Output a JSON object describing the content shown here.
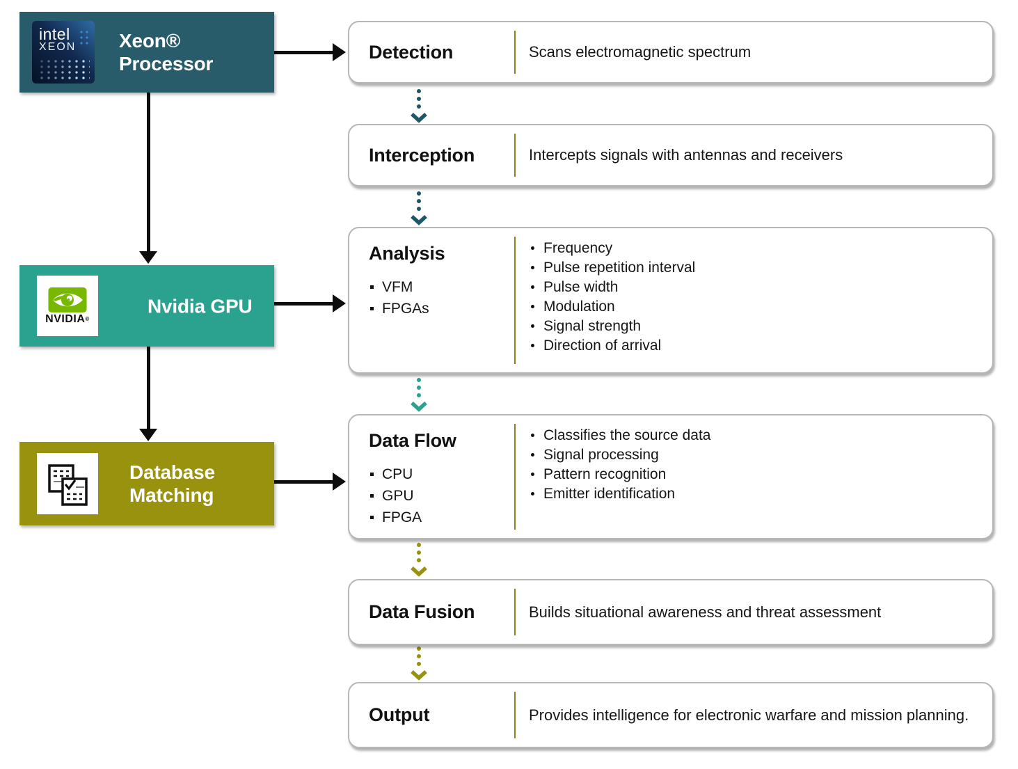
{
  "colors": {
    "xeon_teal": "#295c6b",
    "nvidia_teal": "#2ba18f",
    "olive": "#98920e",
    "arrow_dark_teal": "#1d5767",
    "divider_olive": "#8c7f2a",
    "nvidia_green": "#76b900",
    "intel_navy": "#0a1c3c",
    "arrow_black": "#0d0d0d",
    "box_border": "#b7b7b7"
  },
  "logos": {
    "intel_line1": "intel",
    "intel_line2": "XEON",
    "nvidia_text": "NVIDIA",
    "nvidia_reg": "®"
  },
  "hardware": [
    {
      "label": "Xeon® Processor",
      "icon": "intel-xeon-logo"
    },
    {
      "label": "Nvidia GPU",
      "icon": "nvidia-logo"
    },
    {
      "label": "Database Matching",
      "icon": "database-matching-icon"
    }
  ],
  "steps": [
    {
      "title": "Detection",
      "description": "Scans electromagnetic spectrum"
    },
    {
      "title": "Interception",
      "description": "Intercepts signals with antennas and receivers"
    },
    {
      "title": "Analysis",
      "title_bullets": [
        "VFM",
        "FPGAs"
      ],
      "bullets": [
        "Frequency",
        "Pulse repetition interval",
        "Pulse width",
        "Modulation",
        "Signal strength",
        "Direction of arrival"
      ]
    },
    {
      "title": "Data Flow",
      "title_bullets": [
        "CPU",
        "GPU",
        "FPGA"
      ],
      "bullets": [
        "Classifies the source data",
        "Signal processing",
        "Pattern recognition",
        "Emitter identification"
      ]
    },
    {
      "title": "Data Fusion",
      "description": "Builds situational awareness and threat assessment"
    },
    {
      "title": "Output",
      "description": "Provides intelligence for electronic warfare and mission planning."
    }
  ]
}
